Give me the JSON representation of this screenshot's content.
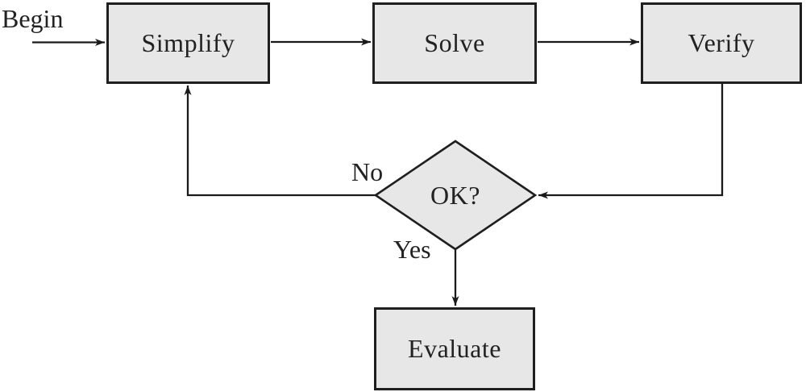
{
  "flowchart": {
    "start_label": "Begin",
    "nodes": {
      "simplify": {
        "label": "Simplify",
        "type": "process"
      },
      "solve": {
        "label": "Solve",
        "type": "process"
      },
      "verify": {
        "label": "Verify",
        "type": "process"
      },
      "decision": {
        "label": "OK?",
        "type": "decision"
      },
      "evaluate": {
        "label": "Evaluate",
        "type": "process"
      }
    },
    "branches": {
      "no": "No",
      "yes": "Yes"
    },
    "edges": [
      {
        "from": "begin-label",
        "to": "simplify"
      },
      {
        "from": "simplify",
        "to": "solve"
      },
      {
        "from": "solve",
        "to": "verify"
      },
      {
        "from": "verify",
        "to": "decision"
      },
      {
        "from": "decision",
        "to": "simplify",
        "label": "No"
      },
      {
        "from": "decision",
        "to": "evaluate",
        "label": "Yes"
      }
    ],
    "colors": {
      "background": "#ffffff",
      "node_fill": "#e7e7e7",
      "node_border": "#1f1f1f",
      "connector": "#1a1a1a",
      "text": "#222222"
    }
  }
}
